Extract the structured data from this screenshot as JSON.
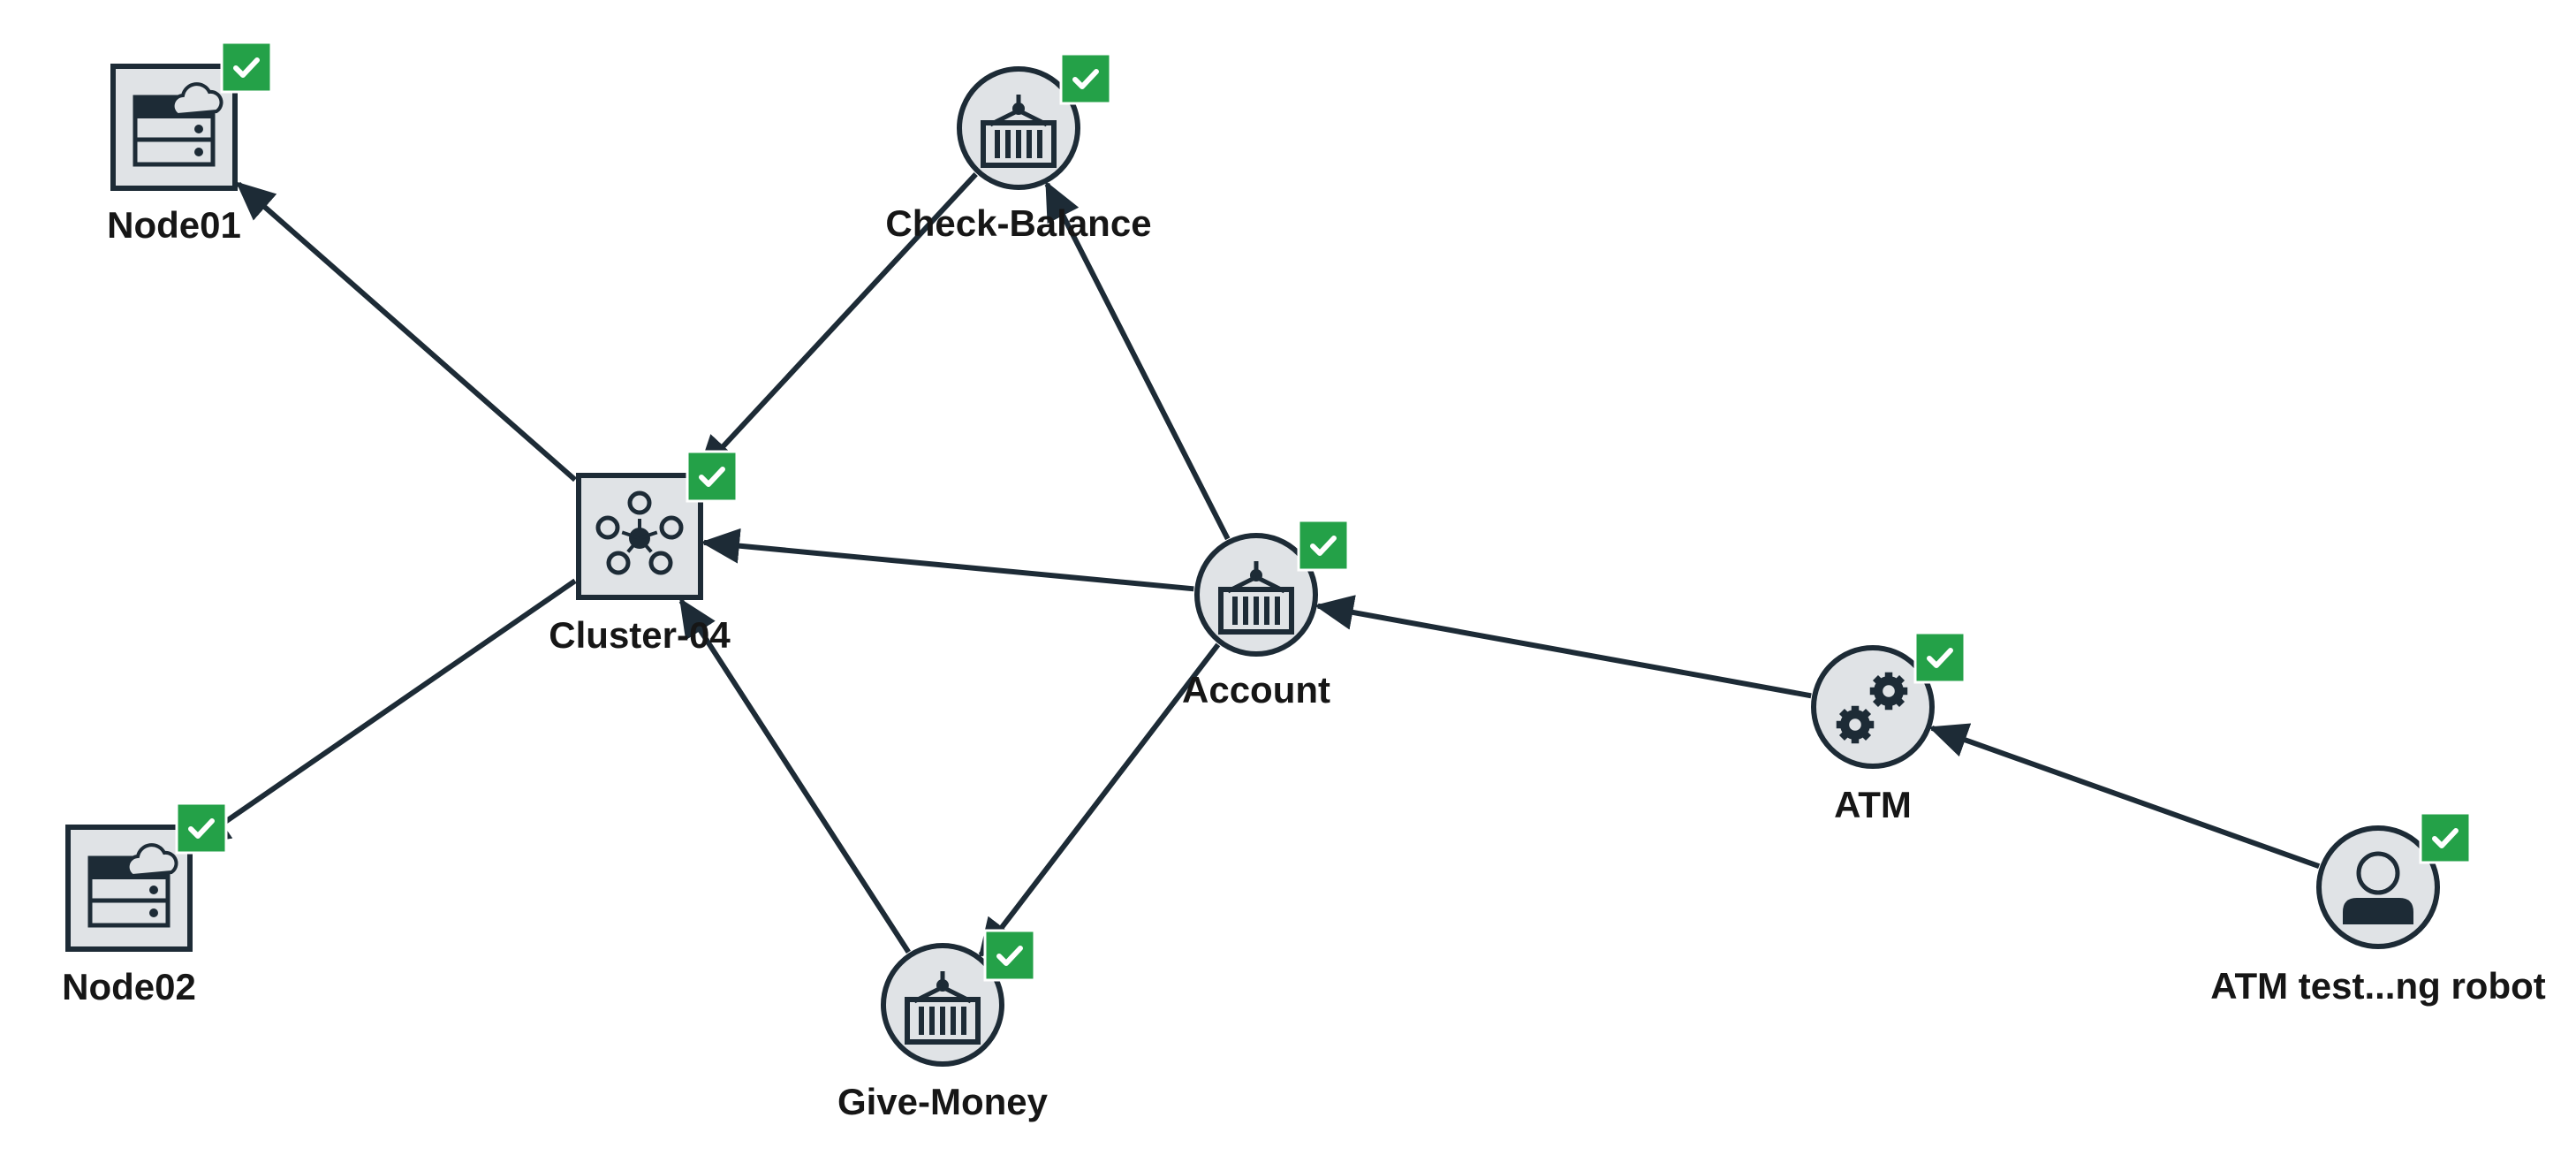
{
  "colors": {
    "edge": "#1d2b36",
    "node_fill": "#e0e3e6",
    "node_stroke": "#1d2b36",
    "status_ok": "#24a148",
    "check_mark": "#ffffff"
  },
  "nodes": [
    {
      "id": "node01",
      "label": "Node01",
      "kind": "server-icon",
      "status": "ok"
    },
    {
      "id": "check-balance",
      "label": "Check-Balance",
      "kind": "container-icon",
      "status": "ok"
    },
    {
      "id": "cluster-04",
      "label": "Cluster-04",
      "kind": "cluster-icon",
      "status": "ok"
    },
    {
      "id": "account",
      "label": "Account",
      "kind": "container-icon",
      "status": "ok"
    },
    {
      "id": "atm",
      "label": "ATM",
      "kind": "gears-icon",
      "status": "ok"
    },
    {
      "id": "node02",
      "label": "Node02",
      "kind": "server-icon",
      "status": "ok"
    },
    {
      "id": "give-money",
      "label": "Give-Money",
      "kind": "container-icon",
      "status": "ok"
    },
    {
      "id": "atm-robot",
      "label": "ATM test...ng robot",
      "kind": "user-icon",
      "status": "ok"
    }
  ],
  "edges": [
    {
      "from": "cluster-04",
      "to": "node01"
    },
    {
      "from": "check-balance",
      "to": "cluster-04"
    },
    {
      "from": "account",
      "to": "check-balance"
    },
    {
      "from": "account",
      "to": "cluster-04"
    },
    {
      "from": "atm",
      "to": "account"
    },
    {
      "from": "atm-robot",
      "to": "atm"
    },
    {
      "from": "cluster-04",
      "to": "node02"
    },
    {
      "from": "give-money",
      "to": "cluster-04"
    },
    {
      "from": "account",
      "to": "give-money"
    }
  ]
}
